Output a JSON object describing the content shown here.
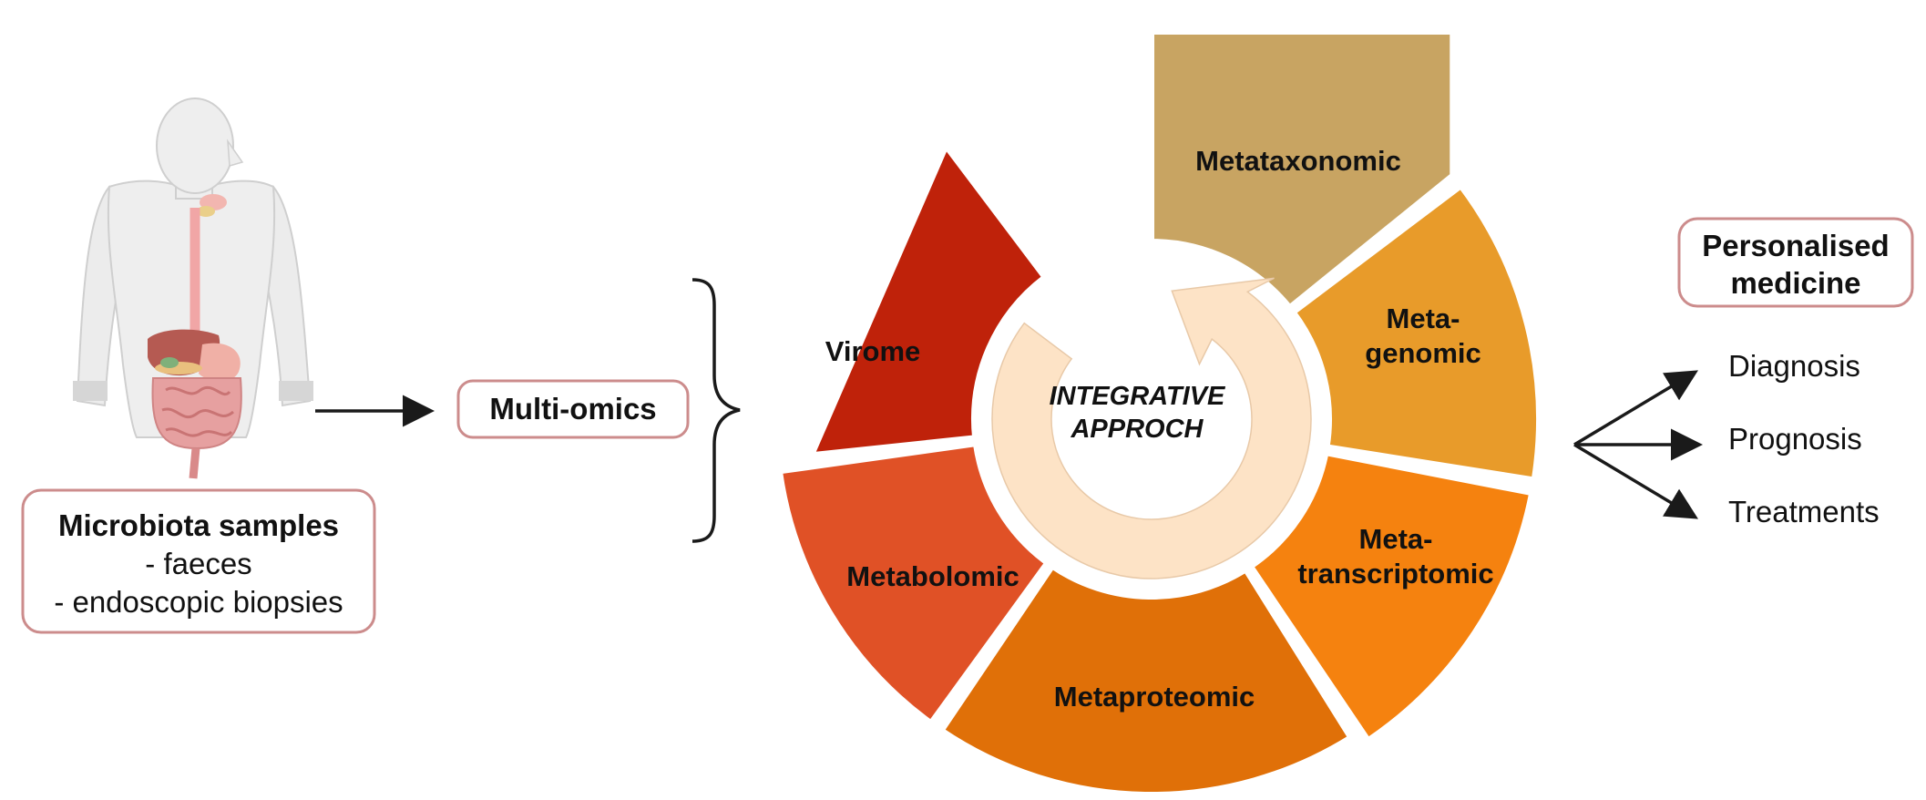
{
  "samples_box": {
    "title": "Microbiota samples",
    "items": [
      "- faeces",
      "- endoscopic biopsies"
    ]
  },
  "multi_omics_label": "Multi-omics",
  "wheel": {
    "center_line1": "INTEGRATIVE",
    "center_line2": "APPROCH",
    "segments": [
      {
        "label_lines": [
          "Metataxonomic"
        ],
        "color": "#C8A462"
      },
      {
        "label_lines": [
          "Meta-",
          "genomic"
        ],
        "color": "#E89B2A"
      },
      {
        "label_lines": [
          "Meta-",
          "transcriptomic"
        ],
        "color": "#F5820F"
      },
      {
        "label_lines": [
          "Metaproteomic"
        ],
        "color": "#E07008"
      },
      {
        "label_lines": [
          "Metabolomic"
        ],
        "color": "#E05126"
      },
      {
        "label_lines": [
          "Virome"
        ],
        "color": "#BF220A"
      }
    ],
    "cycle_arrow_color": "#FDE3C6"
  },
  "personalised_box": {
    "line1": "Personalised",
    "line2": "medicine"
  },
  "outcomes": [
    "Diagnosis",
    "Prognosis",
    "Treatments"
  ],
  "colors": {
    "box_border": "#CC8C8C",
    "arrow": "#1a1a1a"
  }
}
